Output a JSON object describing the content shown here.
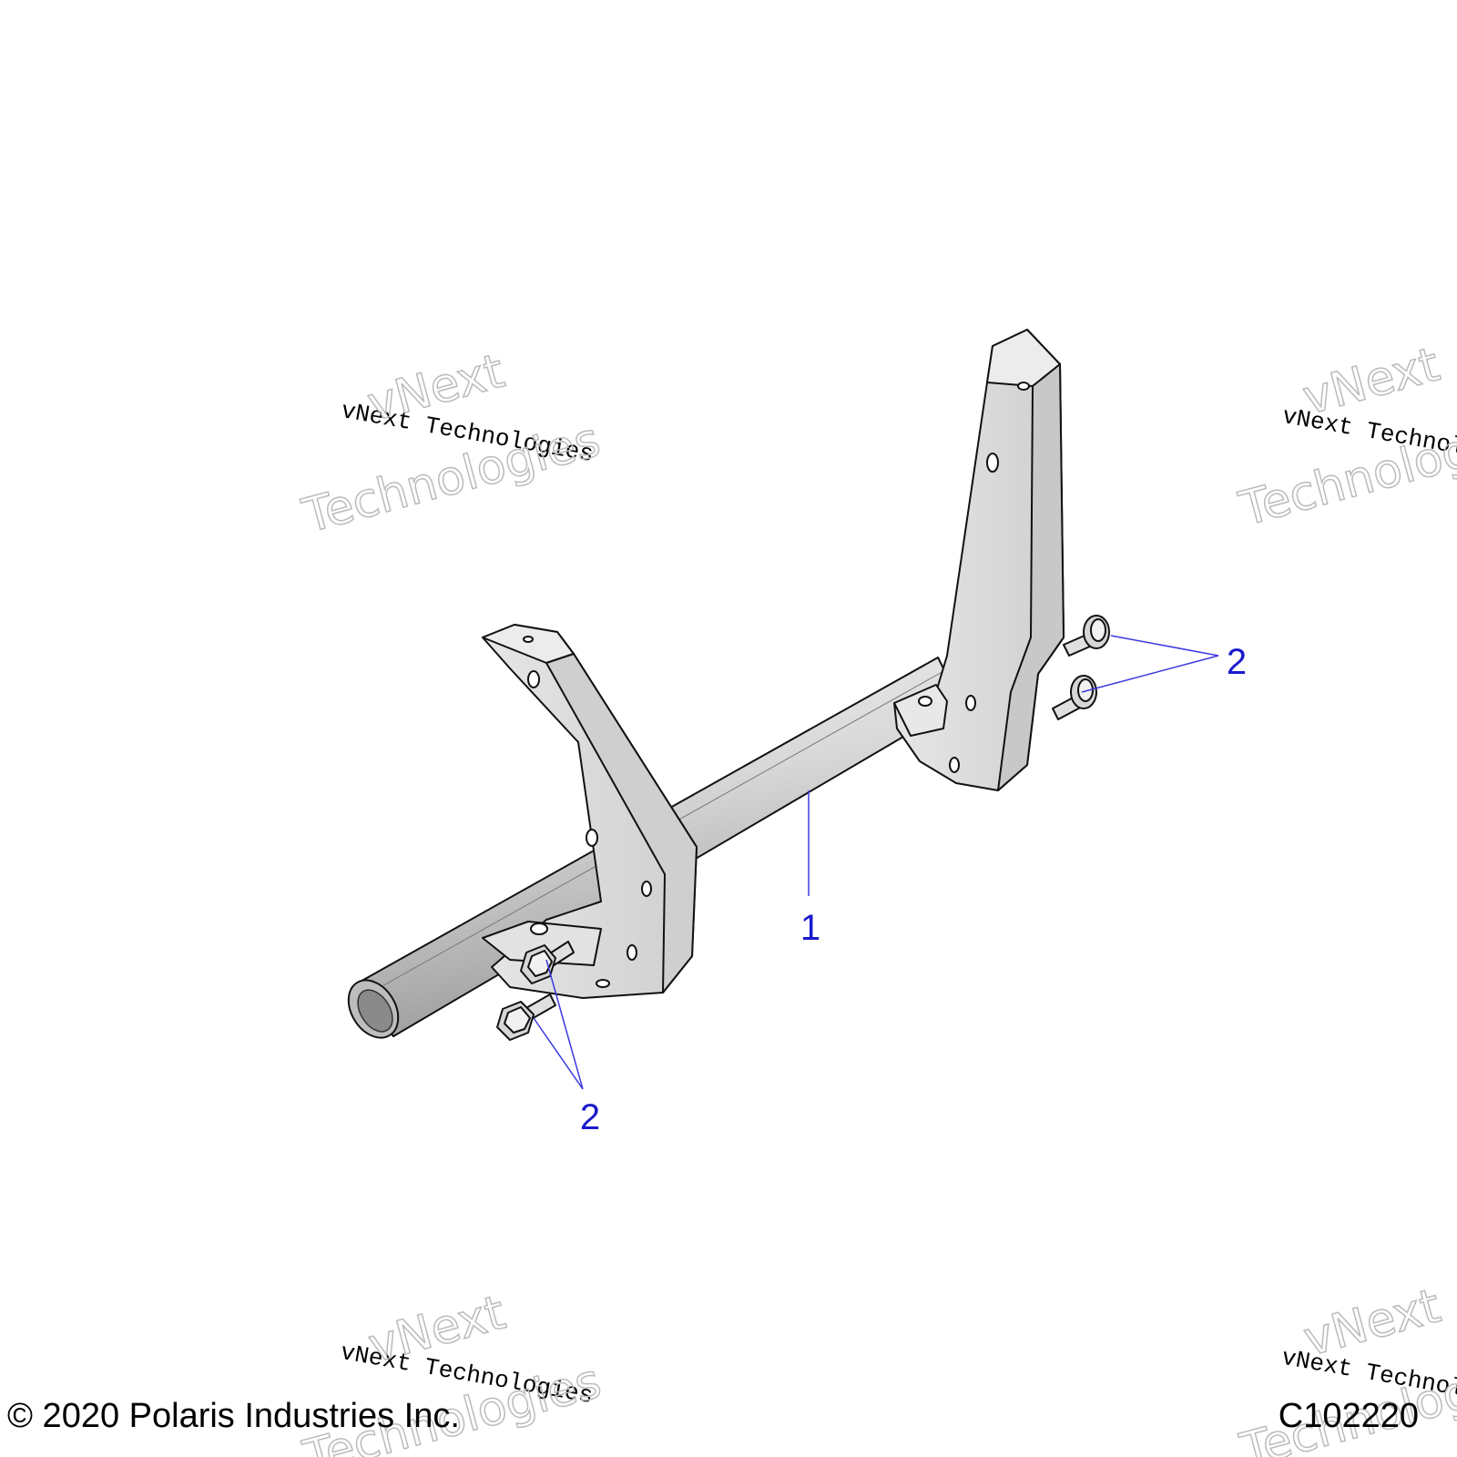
{
  "diagram": {
    "callouts": [
      {
        "id": "1",
        "label": "1"
      },
      {
        "id": "2a",
        "label": "2"
      },
      {
        "id": "2b",
        "label": "2"
      }
    ],
    "callout_color": "#1a1acc",
    "leader_color": "#3a3ae0"
  },
  "watermarks": {
    "small": "vNext Technologies",
    "large_line1": "vNext",
    "large_line2": "Technologies"
  },
  "footer": {
    "copyright": "© 2020 Polaris Industries Inc.",
    "figure_id": "C102220"
  }
}
